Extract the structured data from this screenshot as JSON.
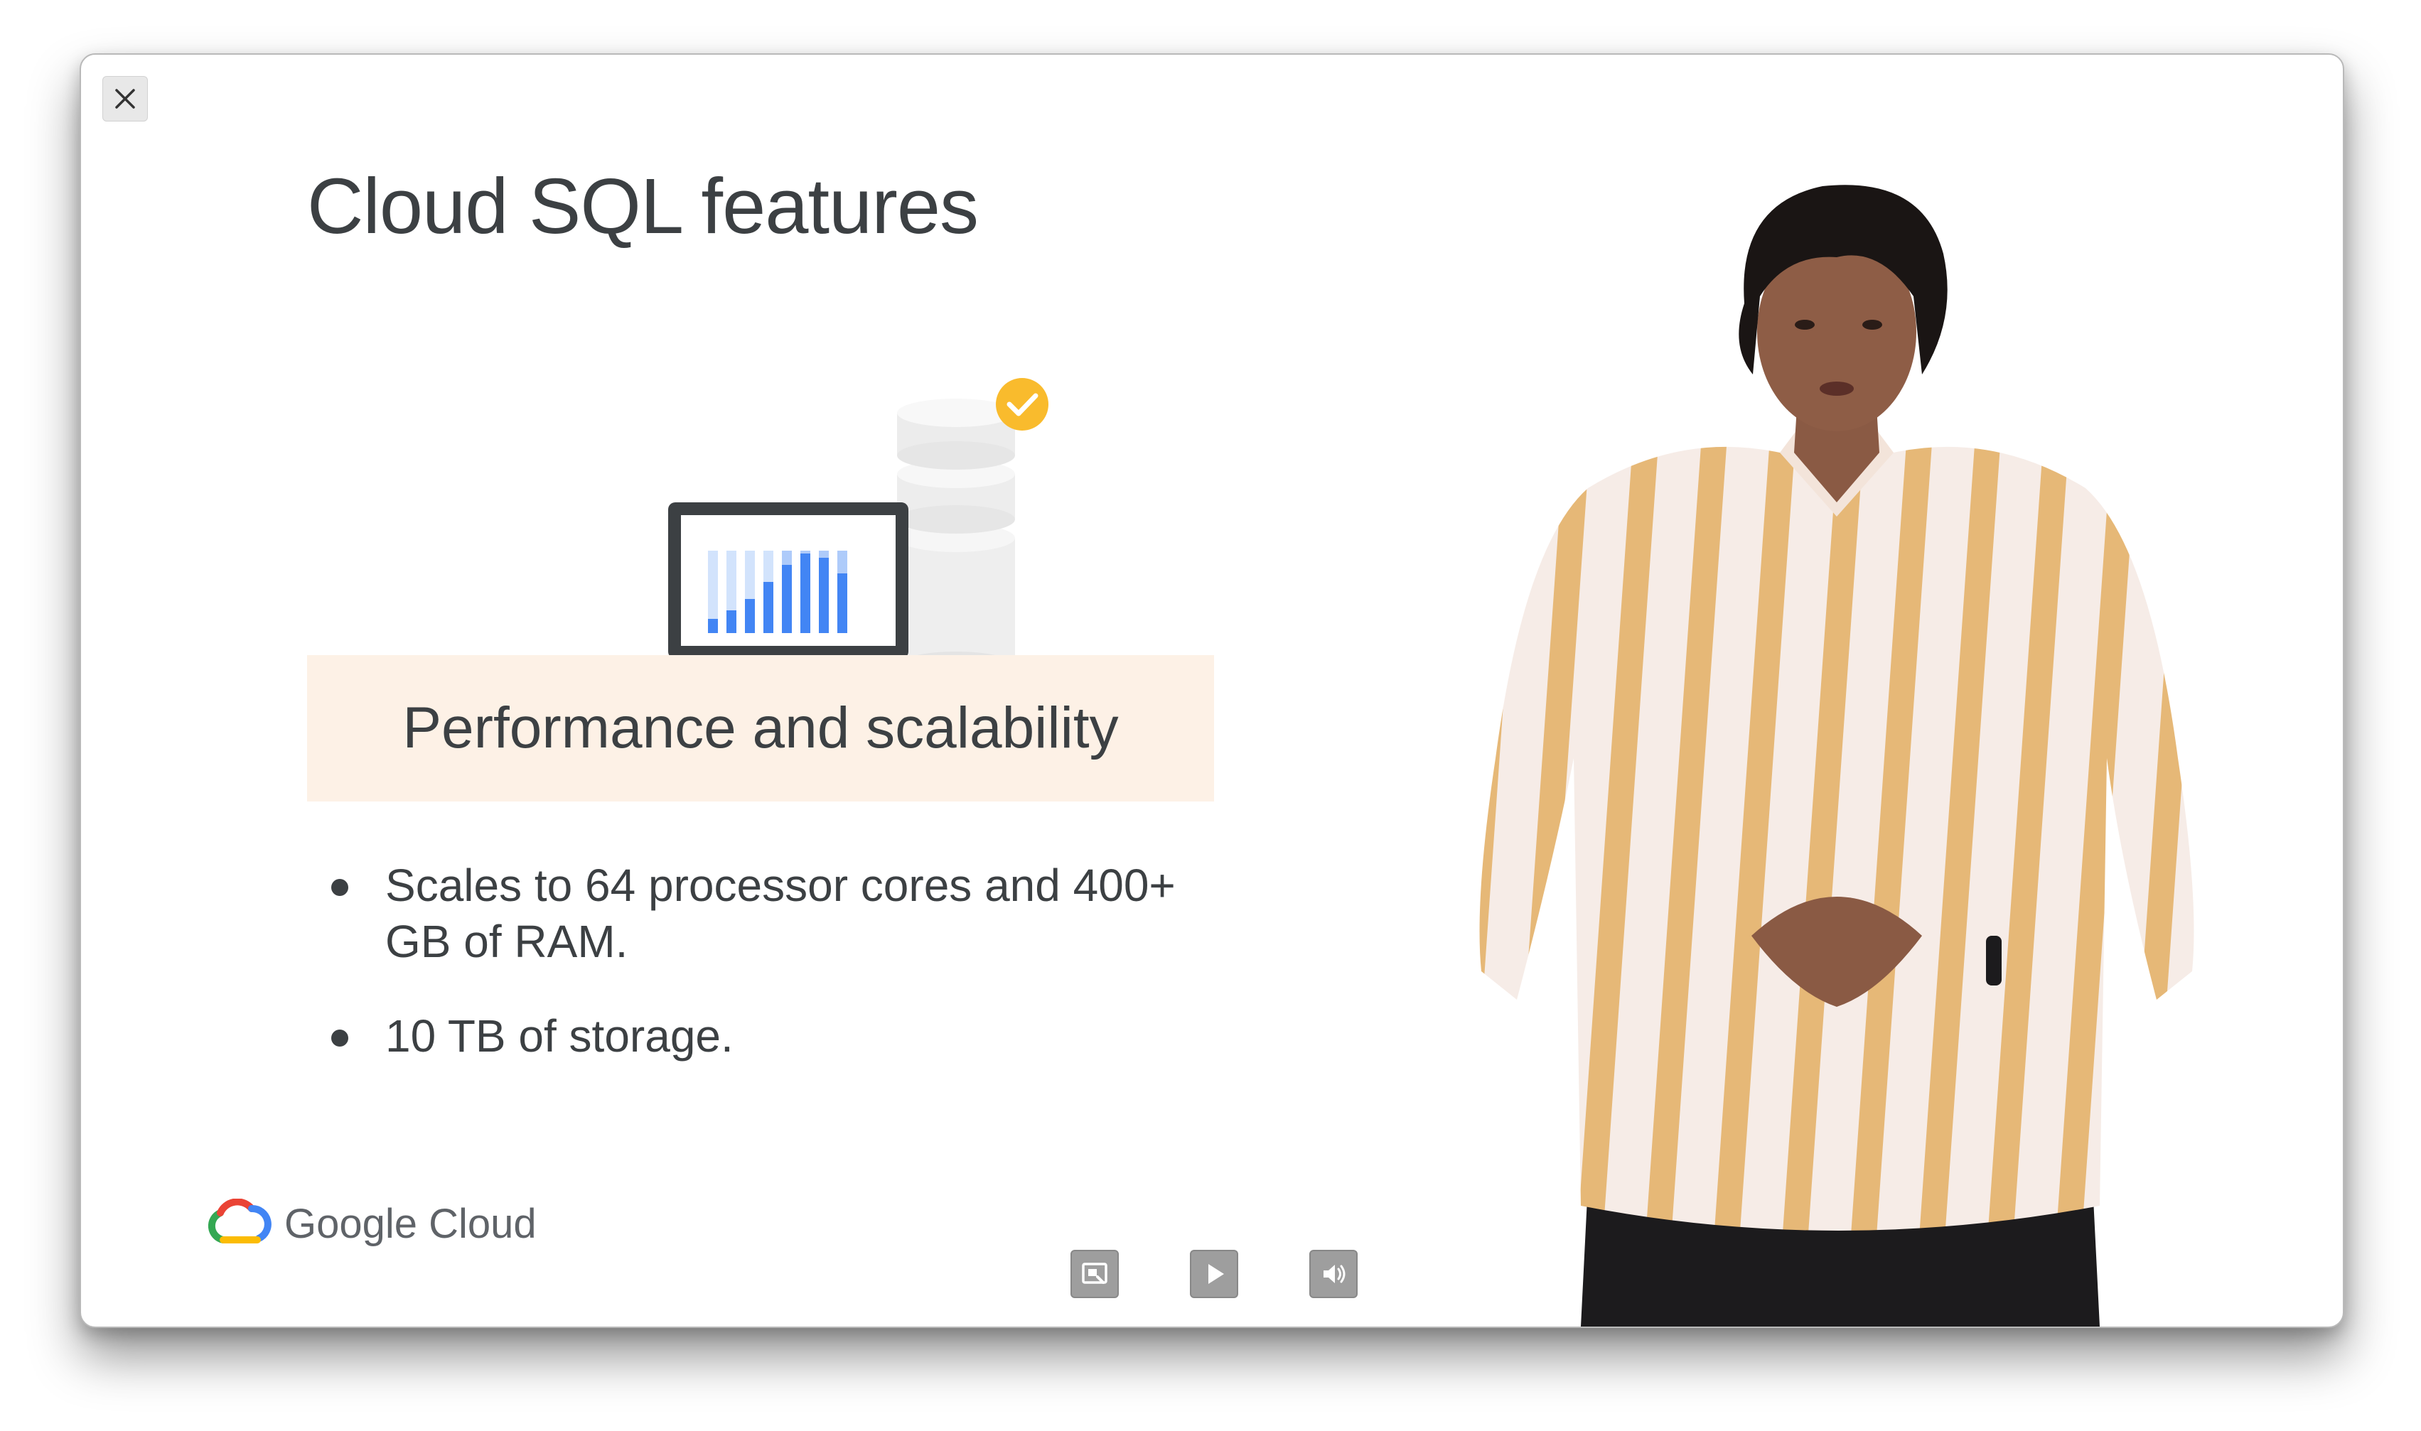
{
  "slide": {
    "title": "Cloud SQL features",
    "feature_heading": "Performance and scalability",
    "bullets": [
      "Scales to 64 processor cores and 400+ GB of RAM.",
      "10 TB of storage."
    ]
  },
  "branding": {
    "logo_text": "Google Cloud"
  },
  "player": {
    "close_icon": "close-icon",
    "controls": [
      {
        "name": "transcript-icon"
      },
      {
        "name": "play-icon"
      },
      {
        "name": "volume-icon"
      }
    ]
  },
  "colors": {
    "title_text": "#3c4043",
    "banner_bg": "#fdf1e6",
    "check_badge": "#f9bb2d",
    "chart_blue": "#4285f4",
    "chart_light_blue": "#aecbfa"
  }
}
